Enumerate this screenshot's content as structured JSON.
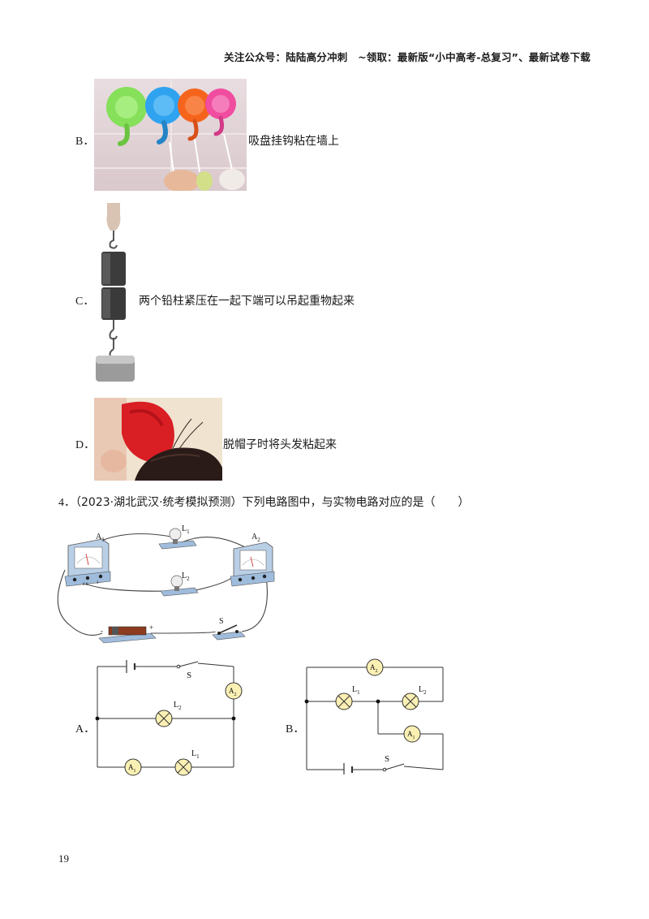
{
  "header": {
    "text": "关注公众号：陆陆高分冲刺　~领取：最新版“小中高考-总复习”、最新试卷下载"
  },
  "options": [
    {
      "letter": "B．",
      "text": "吸盘挂钩粘在墙上"
    },
    {
      "letter": "C．",
      "text": "两个铅柱紧压在一起下端可以吊起重物起来"
    },
    {
      "letter": "D．",
      "text": "脱帽子时将头发粘起来"
    }
  ],
  "question4": {
    "number": "4．",
    "text": "（2023·湖北武汉·统考模拟预测）下列电路图中，与实物电路对应的是（　　）"
  },
  "physical": {
    "a1": "A",
    "a1_sub": "1",
    "a2": "A",
    "a2_sub": "2",
    "l1": "L",
    "l1_sub": "1",
    "l2": "L",
    "l2_sub": "2",
    "s": "S",
    "minus": "-",
    "plus": "+",
    "meter_terminal_neg": "-",
    "meter_terminal_06": "0.6",
    "meter_terminal_3": "3"
  },
  "circuitA": {
    "label": "A．",
    "s": "S",
    "a2": "A",
    "a2_sub": "2",
    "l2": "L",
    "l2_sub": "2",
    "a1": "A",
    "a1_sub": "1",
    "l1": "L",
    "l1_sub": "1"
  },
  "circuitB": {
    "label": "B．",
    "a2": "A",
    "a2_sub": "2",
    "l1": "L",
    "l1_sub": "1",
    "l2": "L",
    "l2_sub": "2",
    "a1": "A",
    "a1_sub": "1",
    "s": "S"
  },
  "page_number": "19",
  "colors": {
    "bulb_fill": "#fbf0b4",
    "meter_fill": "#fbf0b4",
    "circuit_line": "#333333",
    "meter_body": "#b9cfe6",
    "base": "#9fbcdc"
  }
}
